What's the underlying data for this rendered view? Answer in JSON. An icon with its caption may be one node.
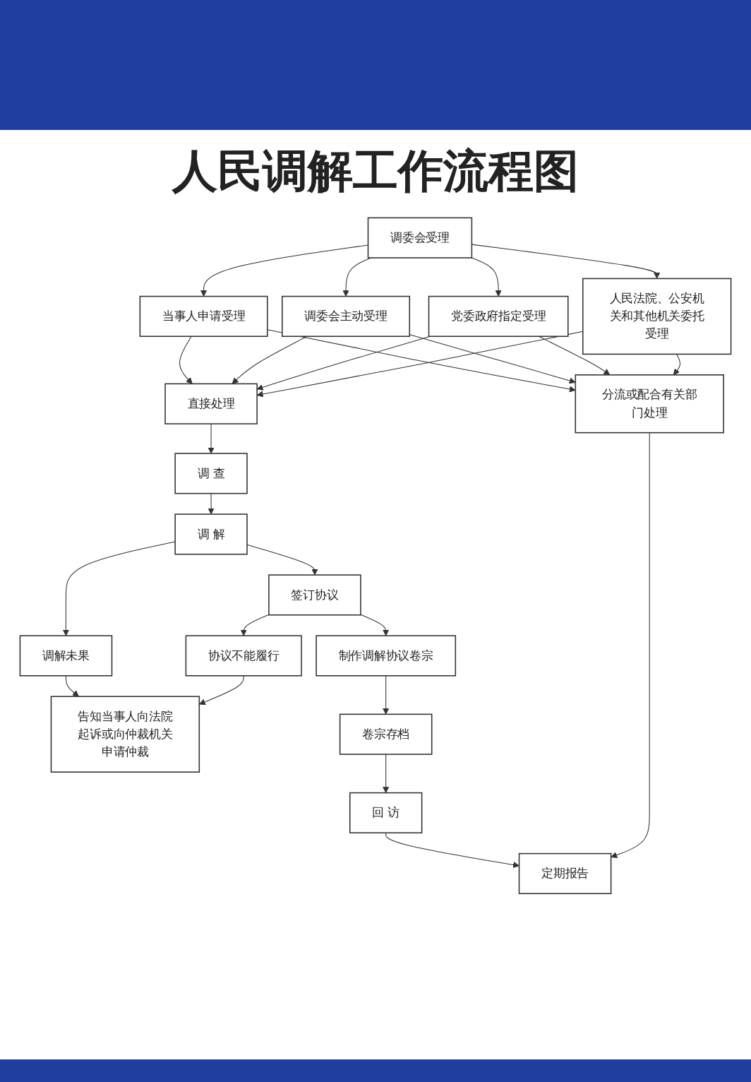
{
  "diagram": {
    "title": "人民调解工作流程图",
    "nodes": [
      {
        "text": [
          "调委会受理"
        ]
      },
      {
        "text": [
          "当事人申请受理"
        ]
      },
      {
        "text": [
          "调委会主动受理"
        ]
      },
      {
        "text": [
          "党委政府指定受理"
        ]
      },
      {
        "text": [
          "人民法院、公安机关和其他机关委托受理"
        ]
      },
      {
        "text": [
          "直接处理"
        ]
      },
      {
        "text": [
          "分流或配合有关部门处理"
        ]
      },
      {
        "text": [
          "调 查"
        ]
      },
      {
        "text": [
          "调 解"
        ]
      },
      {
        "text": [
          "调解未果"
        ]
      },
      {
        "text": [
          "签订协议"
        ]
      },
      {
        "text": [
          "协议不能履行"
        ]
      },
      {
        "text": [
          "告知当事人向法院起诉或向仲裁机关申请仲裁"
        ]
      },
      {
        "text": [
          "制作调解协议卷宗"
        ]
      },
      {
        "text": [
          "卷宗存档"
        ]
      },
      {
        "text": [
          "回 访"
        ]
      },
      {
        "text": [
          "定期报告"
        ]
      }
    ],
    "edges": [
      {
        "from": 0,
        "to": 1,
        "arrow": "to"
      },
      {
        "from": 0,
        "to": 2,
        "arrow": "to"
      },
      {
        "from": 0,
        "to": 3,
        "arrow": "to"
      },
      {
        "from": 0,
        "to": 4,
        "arrow": "to"
      },
      {
        "from": 1,
        "to": 5,
        "arrow": "to"
      },
      {
        "from": 2,
        "to": 5,
        "arrow": "to"
      },
      {
        "from": 3,
        "to": 5,
        "arrow": "to"
      },
      {
        "from": 4,
        "to": 5,
        "arrow": "to"
      },
      {
        "from": 1,
        "to": 6,
        "arrow": "to"
      },
      {
        "from": 2,
        "to": 6,
        "arrow": "to"
      },
      {
        "from": 3,
        "to": 6,
        "arrow": "to"
      },
      {
        "from": 4,
        "to": 6,
        "arrow": "to"
      },
      {
        "from": 5,
        "to": 7,
        "arrow": "to"
      },
      {
        "from": 7,
        "to": 8,
        "arrow": "to"
      },
      {
        "from": 8,
        "to": 9,
        "arrow": "to"
      },
      {
        "from": 8,
        "to": 10,
        "arrow": "to"
      },
      {
        "from": 10,
        "to": 11,
        "arrow": "to"
      },
      {
        "from": 9,
        "to": 12,
        "arrow": "to"
      },
      {
        "from": 11,
        "to": 12,
        "arrow": "to"
      },
      {
        "from": 10,
        "to": 13,
        "arrow": "to"
      },
      {
        "from": 13,
        "to": 14,
        "arrow": "to"
      },
      {
        "from": 14,
        "to": 15,
        "arrow": "to"
      },
      {
        "from": 15,
        "to": 16,
        "arrow": "to"
      },
      {
        "from": 6,
        "to": 16,
        "arrow": "to"
      }
    ]
  }
}
